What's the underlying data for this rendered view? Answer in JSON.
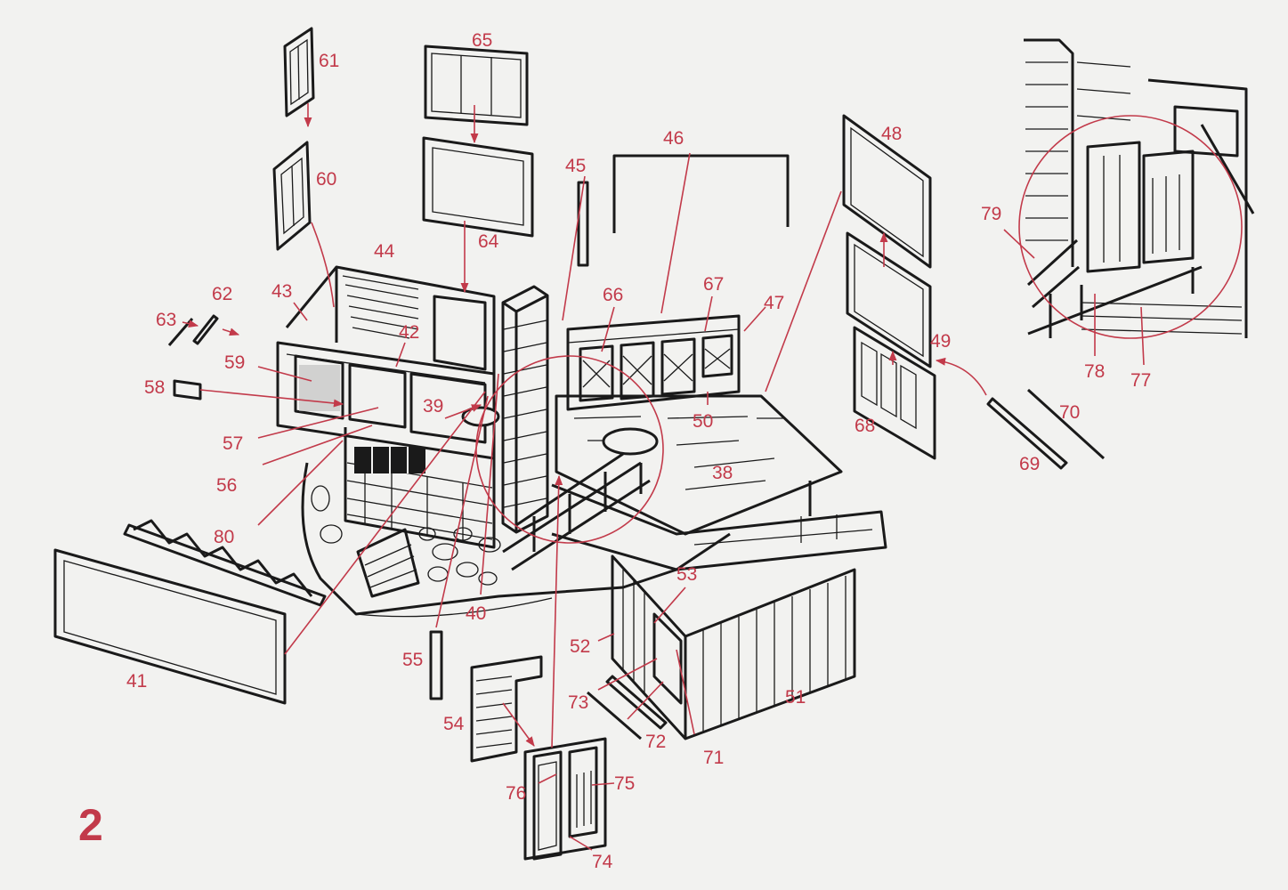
{
  "figure_number": "2",
  "labels": [
    "38",
    "39",
    "40",
    "41",
    "42",
    "43",
    "44",
    "45",
    "46",
    "47",
    "48",
    "49",
    "50",
    "51",
    "52",
    "53",
    "54",
    "55",
    "56",
    "57",
    "58",
    "59",
    "60",
    "61",
    "62",
    "63",
    "64",
    "65",
    "66",
    "67",
    "68",
    "69",
    "70",
    "71",
    "72",
    "73",
    "74",
    "75",
    "76",
    "77",
    "78",
    "79",
    "80"
  ],
  "colors": {
    "label": "#c23a4a",
    "ink": "#1a1a1a",
    "paper": "#f2f2f0"
  }
}
